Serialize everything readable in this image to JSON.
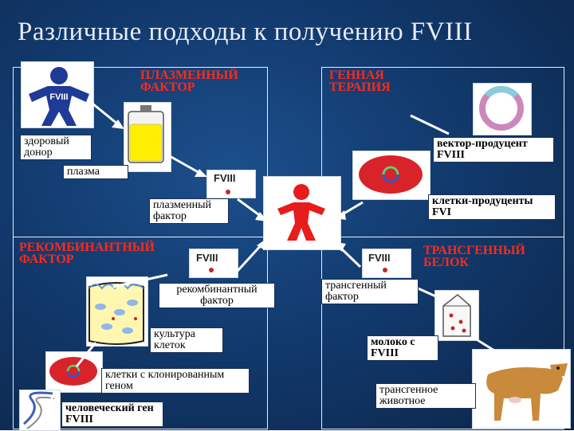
{
  "title": "Различные подходы к получению FVIII",
  "sections": {
    "plasma": "ПЛАЗМЕННЫЙ ФАКТОР",
    "gene": "ГЕННАЯ ТЕРАПИЯ",
    "recombinant": "РЕКОМБИНАНТНЫЙ ФАКТОР",
    "transgenic": "ТРАНСГЕННЫЙ БЕЛОК"
  },
  "labels": {
    "healthy_donor": "здоровый донор",
    "plasma": "плазма",
    "plasma_factor": "плазменный фактор",
    "vector": "вектор-продуцент FVIII",
    "producer_cells": "клетки-продуценты FVI",
    "recomb_factor": "рекомбинантный фактор",
    "cell_culture": "культура клеток",
    "cloned_cells": "клетки с клонированным геном",
    "human_gene": "человеческий ген FVIII",
    "transgenic_factor": "трансгенный фактор",
    "milk": "молоко с FVIII",
    "transgenic_animal": "трансгенное животное"
  },
  "fviii": "FVIII",
  "colors": {
    "section": "#ff2a1a",
    "figure_blue": "#1f3a97",
    "figure_red": "#e81c1c",
    "bag": "#ffee00"
  },
  "icons": [
    "person-fviii-icon",
    "plasma-bag-icon",
    "plasmid-icon",
    "cell-icon",
    "patient-icon",
    "culture-vessel-icon",
    "dna-icon",
    "milk-carton-icon",
    "cow-icon"
  ]
}
